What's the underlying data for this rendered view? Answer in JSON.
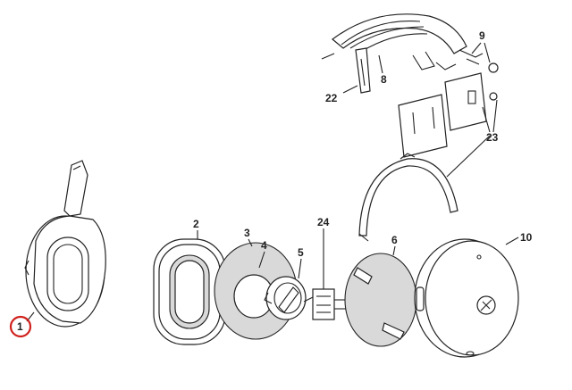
{
  "diagram": {
    "callouts": {
      "c1": "1",
      "c2": "2",
      "c3": "3",
      "c4": "4",
      "c5": "5",
      "c6": "6",
      "c8": "8",
      "c9": "9",
      "c10": "10",
      "c22": "22",
      "c23": "23",
      "c24": "24"
    },
    "colors": {
      "line": "#222222",
      "foam": "#d9d9d9",
      "highlight_ring": "#d0201c"
    }
  }
}
